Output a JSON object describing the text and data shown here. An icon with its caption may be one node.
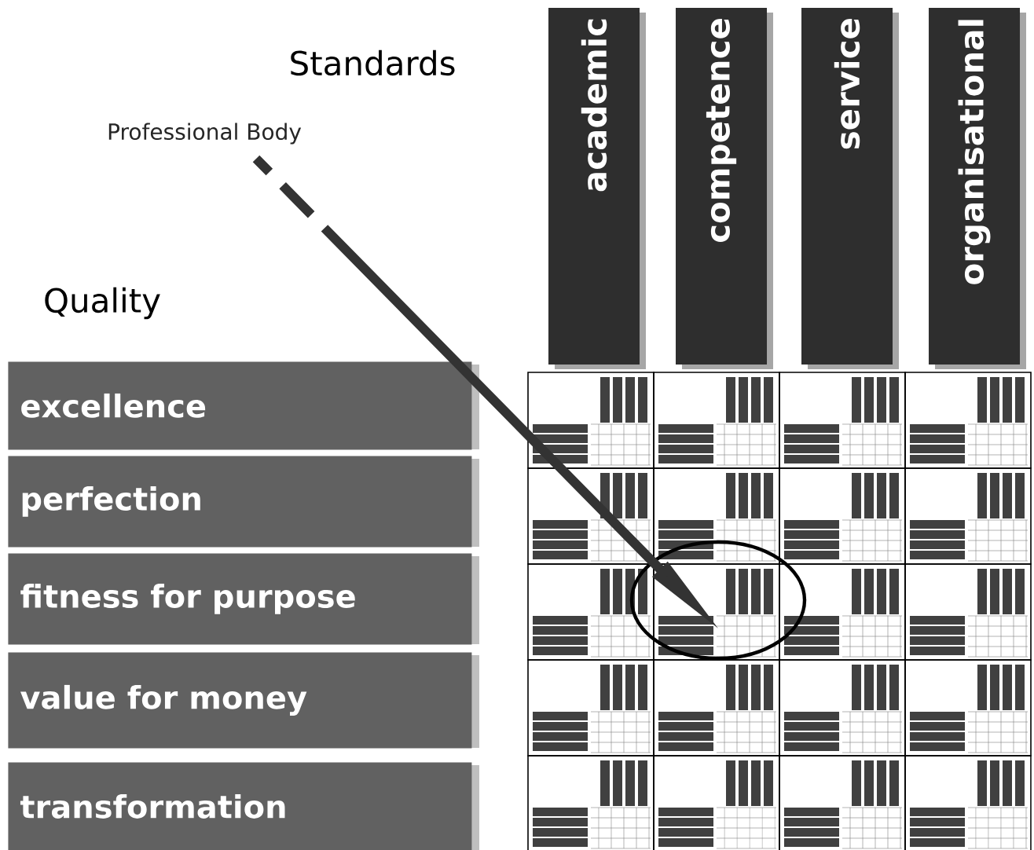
{
  "diagram": {
    "nodes": [
      {
        "text": [
          "Professional Body"
        ]
      },
      {
        "text": [
          "academic"
        ]
      },
      {
        "text": [
          "competence"
        ]
      },
      {
        "text": [
          "service"
        ]
      },
      {
        "text": [
          "organisational"
        ]
      },
      {
        "text": [
          "excellence"
        ]
      },
      {
        "text": [
          "perfection"
        ]
      },
      {
        "text": [
          "fitness for purpose"
        ]
      },
      {
        "text": [
          "value for money"
        ]
      },
      {
        "text": [
          "transformation"
        ]
      },
      {
        "text": [],
        "shape": "circle"
      }
    ],
    "edges": [
      {
        "from": 0,
        "to": 10,
        "arrow": "to",
        "style": "dashed"
      }
    ],
    "labels": [
      "Standards",
      "Quality"
    ]
  }
}
